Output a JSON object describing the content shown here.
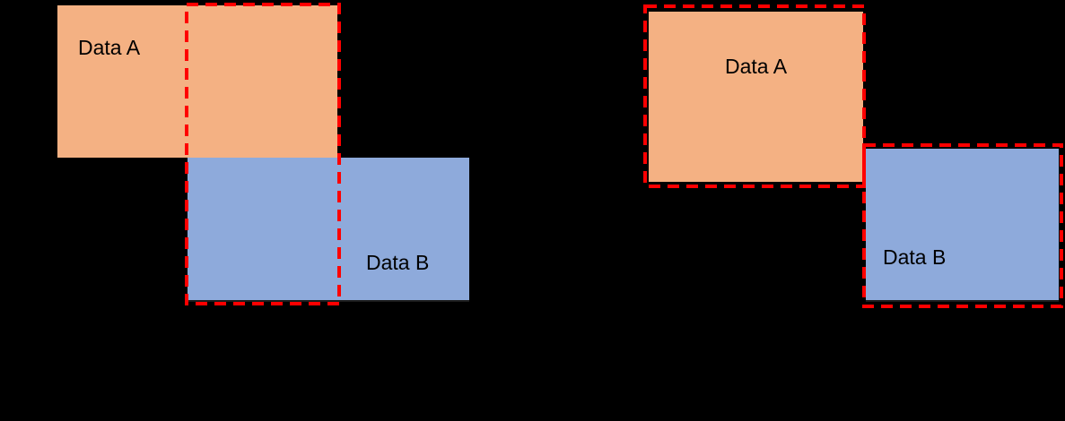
{
  "figure": {
    "background": "#000000",
    "description": "Two-panel diagram of overlapping datasets with red dashed highlight regions"
  },
  "colors": {
    "data_a_fill": "#F4B183",
    "data_b_fill": "#8EAADB",
    "dashed_box_stroke": "#FF0000",
    "label_color": "#000000"
  },
  "left_panel": {
    "data_a_label": "Data A",
    "data_b_label": "Data B"
  },
  "right_panel": {
    "data_a_label": "Data A",
    "data_b_label": "Data B"
  }
}
